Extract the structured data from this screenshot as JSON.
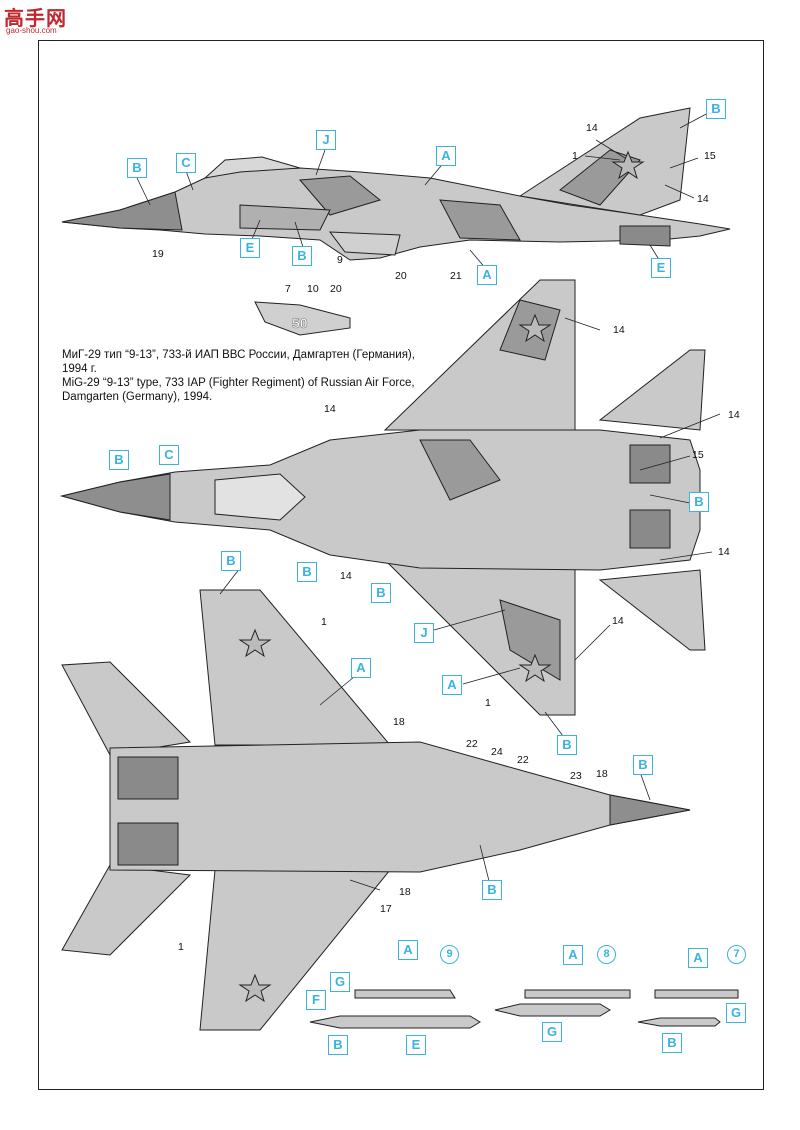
{
  "watermark": {
    "chars": "高手网",
    "url": "gao-shou.com"
  },
  "caption": {
    "ru_line1": "МиГ-29 тип “9-13”, 733-й ИАП ВВС России, Дамгартен (Германия),",
    "ru_line2": "1994 г.",
    "en_line1": "MiG-29 “9-13” type, 733 IAP (Fighter Regiment) of Russian Air Force,",
    "en_line2": "Damgarten (Germany), 1994."
  },
  "tail_number": "50",
  "colors": {
    "callout": "#3ab3e0",
    "base_grey": "#c9c9c9",
    "dark_grey": "#9a9a9a",
    "radome": "#8e8e8e",
    "line": "#222222"
  },
  "callouts": [
    {
      "id": "side-b-nose",
      "label": "B"
    },
    {
      "id": "side-c",
      "label": "C"
    },
    {
      "id": "side-j",
      "label": "J"
    },
    {
      "id": "side-a-top",
      "label": "A"
    },
    {
      "id": "side-b-tail",
      "label": "B"
    },
    {
      "id": "side-e-front",
      "label": "E"
    },
    {
      "id": "side-b-under",
      "label": "B"
    },
    {
      "id": "side-a-bottom",
      "label": "A"
    },
    {
      "id": "side-e-rear",
      "label": "E"
    },
    {
      "id": "top-b-nose",
      "label": "B"
    },
    {
      "id": "top-c",
      "label": "C"
    },
    {
      "id": "top-b-left",
      "label": "B"
    },
    {
      "id": "top-b-center",
      "label": "B"
    },
    {
      "id": "top-b-right",
      "label": "B"
    },
    {
      "id": "top-j",
      "label": "J"
    },
    {
      "id": "top-a",
      "label": "A"
    },
    {
      "id": "top-b-wing",
      "label": "B"
    },
    {
      "id": "bot-b-tip",
      "label": "B"
    },
    {
      "id": "bot-a",
      "label": "A"
    },
    {
      "id": "bot-b-nose",
      "label": "B"
    },
    {
      "id": "bot-b-lower",
      "label": "B"
    },
    {
      "id": "w9-a",
      "label": "A"
    },
    {
      "id": "w9-g",
      "label": "G"
    },
    {
      "id": "w9-f",
      "label": "F"
    },
    {
      "id": "w9-b",
      "label": "B"
    },
    {
      "id": "w9-e",
      "label": "E"
    },
    {
      "id": "w8-a",
      "label": "A"
    },
    {
      "id": "w8-g",
      "label": "G"
    },
    {
      "id": "w7-a",
      "label": "A"
    },
    {
      "id": "w7-g",
      "label": "G"
    },
    {
      "id": "w7-b",
      "label": "B"
    }
  ],
  "numbers": [
    {
      "id": "n14a",
      "label": "14"
    },
    {
      "id": "n1a",
      "label": "1"
    },
    {
      "id": "n15a",
      "label": "15"
    },
    {
      "id": "n14b",
      "label": "14"
    },
    {
      "id": "n19",
      "label": "19"
    },
    {
      "id": "n9",
      "label": "9"
    },
    {
      "id": "n20a",
      "label": "20"
    },
    {
      "id": "n21",
      "label": "21"
    },
    {
      "id": "n7",
      "label": "7"
    },
    {
      "id": "n10",
      "label": "10"
    },
    {
      "id": "n20b",
      "label": "20"
    },
    {
      "id": "n14c",
      "label": "14"
    },
    {
      "id": "n14d",
      "label": "14"
    },
    {
      "id": "n14e",
      "label": "14"
    },
    {
      "id": "n15b",
      "label": "15"
    },
    {
      "id": "n14f",
      "label": "14"
    },
    {
      "id": "n14g",
      "label": "14"
    },
    {
      "id": "n14h",
      "label": "14"
    },
    {
      "id": "n1b",
      "label": "1"
    },
    {
      "id": "n1c",
      "label": "1"
    },
    {
      "id": "n18a",
      "label": "18"
    },
    {
      "id": "n22a",
      "label": "22"
    },
    {
      "id": "n24",
      "label": "24"
    },
    {
      "id": "n22b",
      "label": "22"
    },
    {
      "id": "n23",
      "label": "23"
    },
    {
      "id": "n18b",
      "label": "18"
    },
    {
      "id": "n18c",
      "label": "18"
    },
    {
      "id": "n17",
      "label": "17"
    },
    {
      "id": "n1d",
      "label": "1"
    }
  ],
  "stations": [
    {
      "id": "st9",
      "label": "9"
    },
    {
      "id": "st8",
      "label": "8"
    },
    {
      "id": "st7",
      "label": "7"
    }
  ]
}
